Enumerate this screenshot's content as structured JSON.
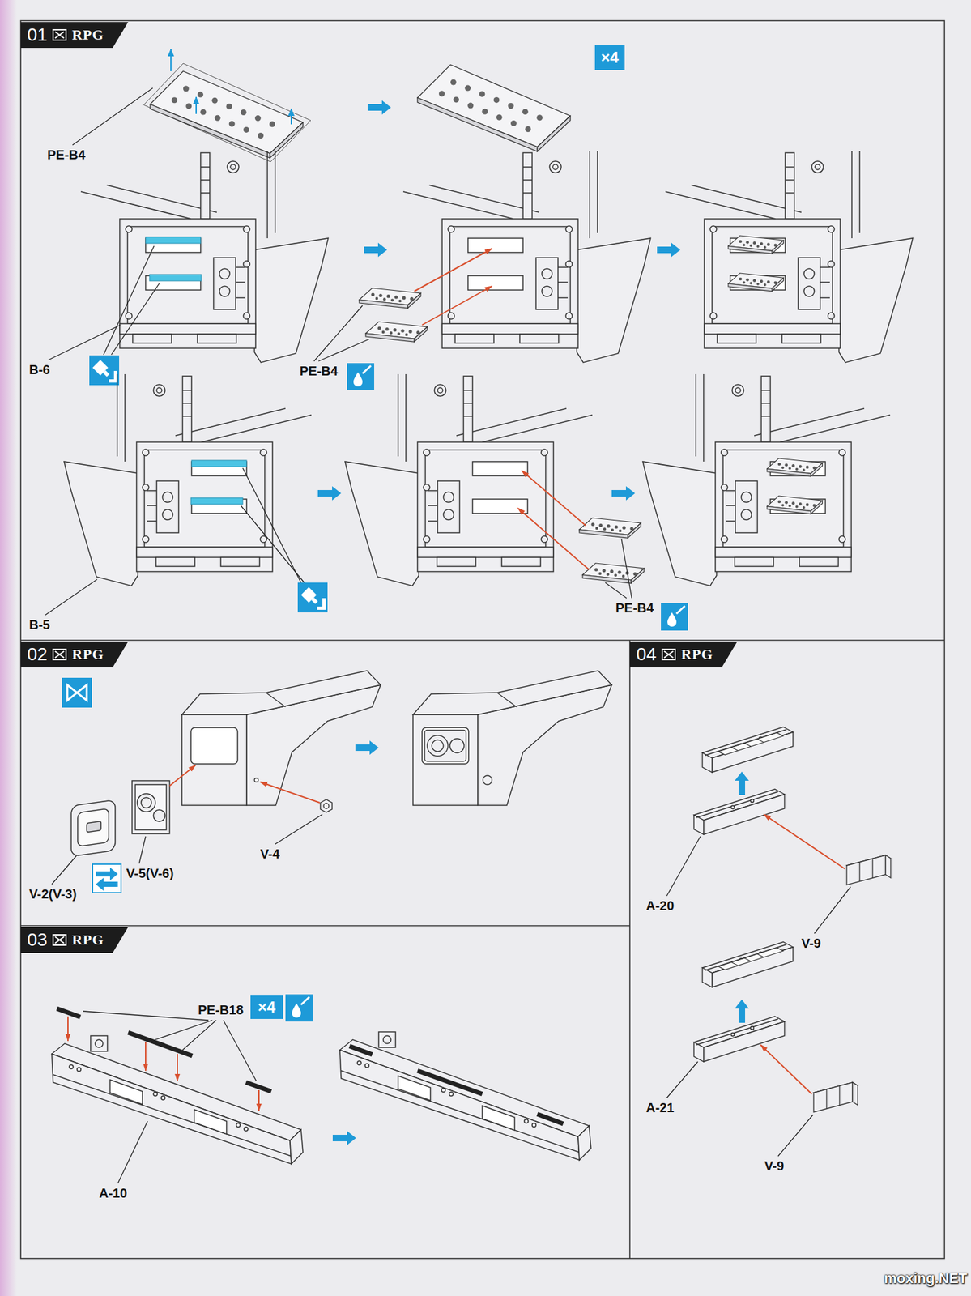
{
  "diagram": {
    "nodes": [
      {
        "text": [
          "01",
          "RPG"
        ]
      },
      {
        "text": [
          "×4"
        ]
      },
      {
        "text": [
          "02",
          "RPG"
        ]
      },
      {
        "text": [
          "04",
          "RPG"
        ]
      },
      {
        "text": [
          "03",
          "RPG"
        ]
      },
      {
        "text": [
          "×4"
        ]
      }
    ],
    "labels": [
      "PE-B4",
      "B-6",
      "PE-B4",
      "B-5",
      "PE-B4",
      "V-4",
      "V-2(V-3)",
      "V-5(V-6)",
      "PE-B18",
      "A-10",
      "A-20",
      "V-9",
      "A-21",
      "V-9",
      "moxing.NET"
    ]
  }
}
